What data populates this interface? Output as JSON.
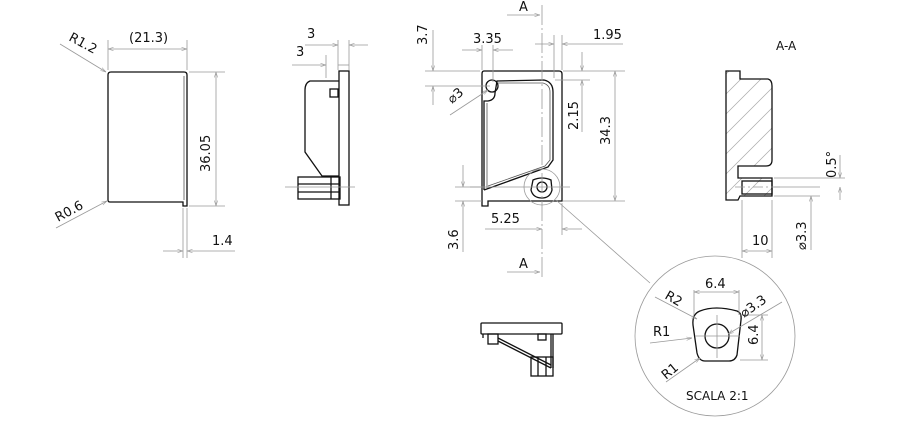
{
  "views": {
    "front_left": {
      "width_dim": "(21.3)",
      "height_dim": "36.05",
      "radius_top": "R1.2",
      "radius_bottom": "R0.6",
      "step_dim": "1.4"
    },
    "side": {
      "dim_a": "3",
      "dim_b": "3"
    },
    "front": {
      "section_mark_top": "A",
      "section_mark_bottom": "A",
      "dim_3_7": "3.7",
      "dim_3_35": "3.35",
      "dim_1_95": "1.95",
      "hole_dia": "⌀3",
      "dim_2_15": "2.15",
      "dim_34_3": "34.3",
      "dim_3_6": "3.6",
      "dim_5_25": "5.25"
    },
    "section": {
      "title": "A-A",
      "angle": "0.5°",
      "depth": "10",
      "dia": "⌀3.3"
    },
    "detail": {
      "width": "6.4",
      "height": "6.4",
      "radius_2": "R2",
      "dia": "⌀3.3",
      "radius_1a": "R1",
      "radius_1b": "R1",
      "scale": "SCALA 2:1"
    }
  }
}
